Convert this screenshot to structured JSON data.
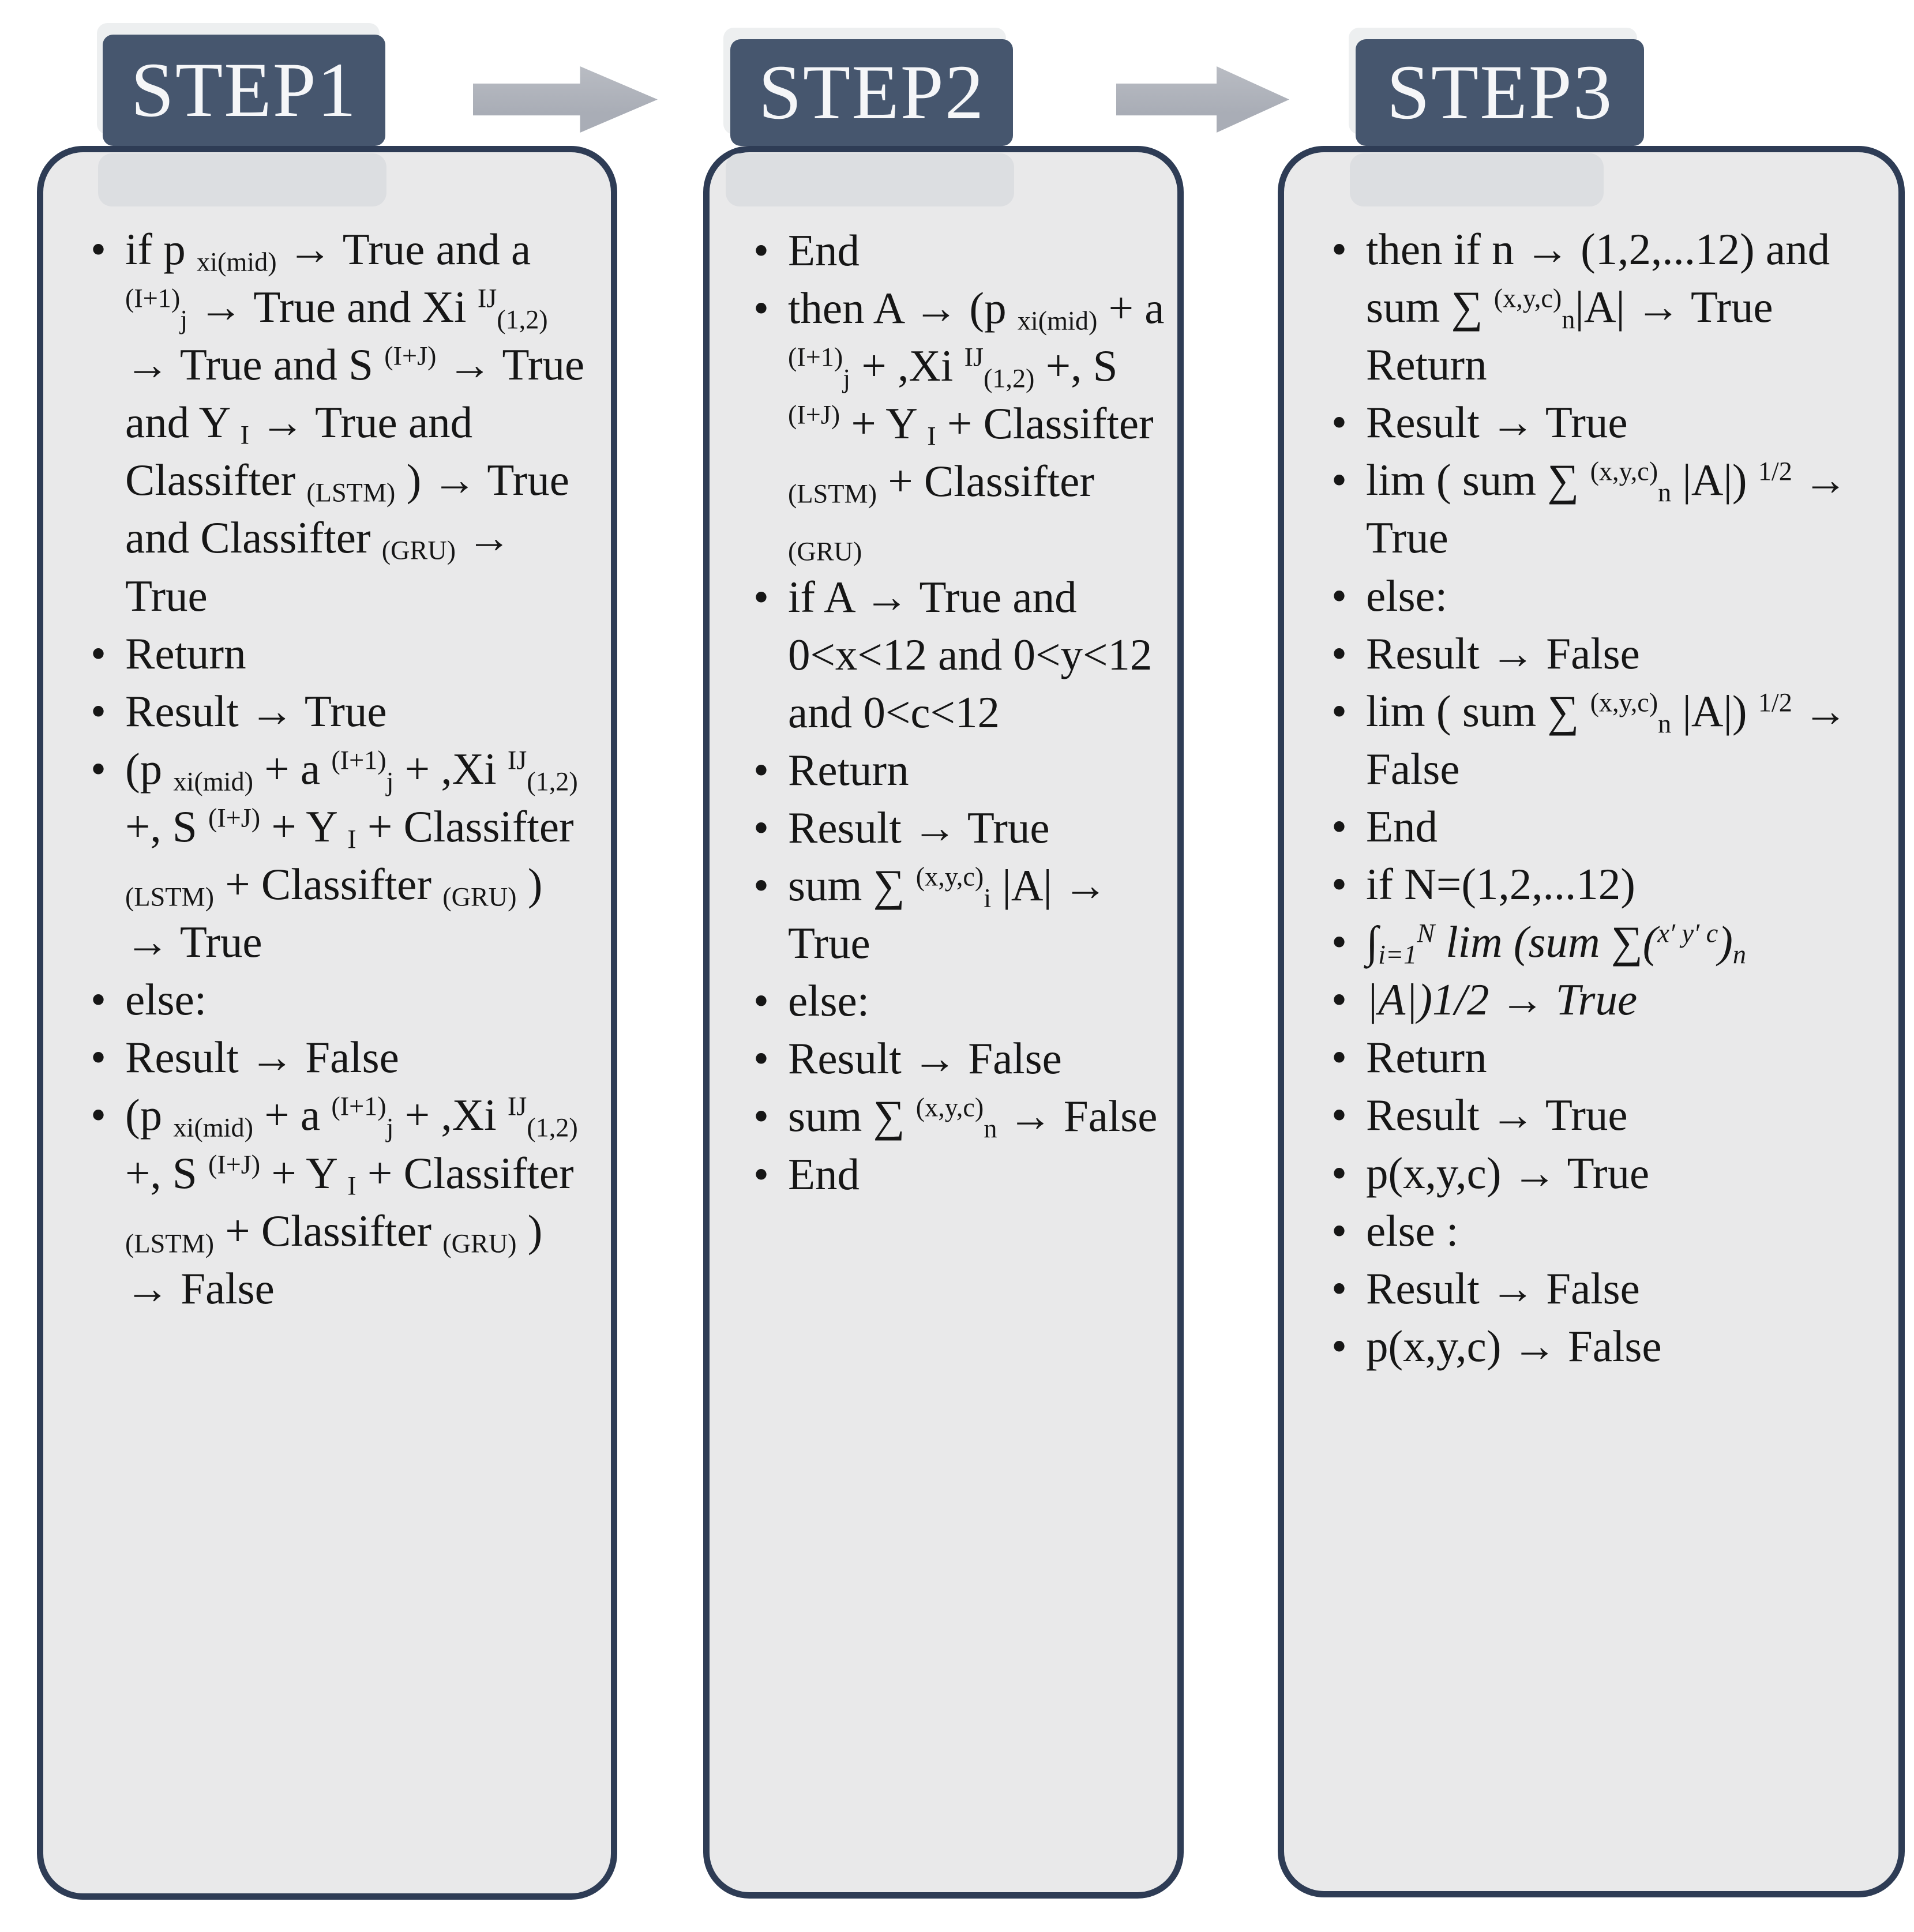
{
  "diagram": {
    "colors": {
      "header_bg": "#46566e",
      "header_text": "#f5f6f8",
      "box_bg": "#e9e9ea",
      "box_border": "#2e3c55",
      "ghost": "#dcdee1",
      "tab_echo": "#edeff0",
      "arrow": "#a9adb6",
      "text": "#161616"
    },
    "steps": [
      {
        "title": "STEP1",
        "bullets": [
          [
            [
              "t",
              "if p "
            ],
            [
              "sub",
              "xi(mid)"
            ],
            [
              "t",
              " → True and a "
            ],
            [
              "sup",
              "(I+1)"
            ],
            [
              "sub",
              "j"
            ],
            [
              "t",
              " → True and Xi "
            ],
            [
              "sup",
              "IJ"
            ],
            [
              "sub",
              "(1,2)"
            ],
            [
              "t",
              " → True and S "
            ],
            [
              "sup",
              "(I+J)"
            ],
            [
              "t",
              " → True and Y "
            ],
            [
              "sub",
              "I"
            ],
            [
              "t",
              " → True and Classifter "
            ],
            [
              "sub",
              "(LSTM)"
            ],
            [
              "t",
              " ) → True and Classifter "
            ],
            [
              "sub",
              "(GRU)"
            ],
            [
              "t",
              " → True"
            ]
          ],
          [
            [
              "t",
              "Return"
            ]
          ],
          [
            [
              "t",
              "Result → True"
            ]
          ],
          [
            [
              "t",
              "(p "
            ],
            [
              "sub",
              "xi(mid)"
            ],
            [
              "t",
              " + a "
            ],
            [
              "sup",
              "(I+1)"
            ],
            [
              "sub",
              "j"
            ],
            [
              "t",
              " + ,Xi "
            ],
            [
              "sup",
              "IJ"
            ],
            [
              "sub",
              "(1,2)"
            ],
            [
              "t",
              " +, S "
            ],
            [
              "sup",
              "(I+J)"
            ],
            [
              "t",
              " + Y "
            ],
            [
              "sub",
              "I"
            ],
            [
              "t",
              " + Classifter "
            ],
            [
              "sub",
              "(LSTM)"
            ],
            [
              "t",
              " + Classifter "
            ],
            [
              "sub",
              "(GRU)"
            ],
            [
              "t",
              " ) → True"
            ]
          ],
          [
            [
              "t",
              "else:"
            ]
          ],
          [
            [
              "t",
              "Result → False"
            ]
          ],
          [
            [
              "t",
              "(p "
            ],
            [
              "sub",
              "xi(mid)"
            ],
            [
              "t",
              " + a "
            ],
            [
              "sup",
              "(I+1)"
            ],
            [
              "sub",
              "j"
            ],
            [
              "t",
              " + ,Xi "
            ],
            [
              "sup",
              "IJ"
            ],
            [
              "sub",
              "(1,2)"
            ],
            [
              "t",
              " +, S "
            ],
            [
              "sup",
              "(I+J)"
            ],
            [
              "t",
              " + Y "
            ],
            [
              "sub",
              "I"
            ],
            [
              "t",
              " + Classifter "
            ],
            [
              "sub",
              "(LSTM)"
            ],
            [
              "t",
              " + Classifter "
            ],
            [
              "sub",
              "(GRU)"
            ],
            [
              "t",
              " ) → False"
            ]
          ]
        ]
      },
      {
        "title": "STEP2",
        "bullets": [
          [
            [
              "t",
              "End"
            ]
          ],
          [
            [
              "t",
              "then A → (p "
            ],
            [
              "sub",
              "xi(mid)"
            ],
            [
              "t",
              " + a "
            ],
            [
              "sup",
              "(I+1)"
            ],
            [
              "sub",
              "j"
            ],
            [
              "t",
              " + ,Xi "
            ],
            [
              "sup",
              "IJ"
            ],
            [
              "sub",
              "(1,2)"
            ],
            [
              "t",
              " +, S "
            ],
            [
              "sup",
              "(I+J)"
            ],
            [
              "t",
              " + Y "
            ],
            [
              "sub",
              "I"
            ],
            [
              "t",
              " + Classifter "
            ],
            [
              "sub",
              "(LSTM)"
            ],
            [
              "t",
              " + Classifter "
            ],
            [
              "sub",
              "(GRU)"
            ]
          ],
          [
            [
              "t",
              "if A → True and 0<x<12 and 0<y<12 and 0<c<12"
            ]
          ],
          [
            [
              "t",
              "Return"
            ]
          ],
          [
            [
              "t",
              "Result → True"
            ]
          ],
          [
            [
              "t",
              "sum ∑ "
            ],
            [
              "sup",
              "(x,y,c)"
            ],
            [
              "sub",
              "i"
            ],
            [
              "t",
              " |A| → True"
            ]
          ],
          [
            [
              "t",
              "else:"
            ]
          ],
          [
            [
              "t",
              "Result → False"
            ]
          ],
          [
            [
              "t",
              "sum ∑ "
            ],
            [
              "sup",
              "(x,y,c)"
            ],
            [
              "sub",
              "n"
            ],
            [
              "t",
              " → False"
            ]
          ],
          [
            [
              "t",
              "End"
            ]
          ]
        ]
      },
      {
        "title": "STEP3",
        "bullets": [
          [
            [
              "t",
              "then if n → (1,2,...12) and sum ∑ "
            ],
            [
              "sup",
              "(x,y,c)"
            ],
            [
              "sub",
              "n"
            ],
            [
              "t",
              "|A| → True Return"
            ]
          ],
          [
            [
              "t",
              "Result → True"
            ]
          ],
          [
            [
              "t",
              "lim ( sum ∑ "
            ],
            [
              "sup",
              "(x,y,c)"
            ],
            [
              "sub",
              "n"
            ],
            [
              "t",
              " |A|) "
            ],
            [
              "sup",
              "1/2"
            ],
            [
              "t",
              " → True"
            ]
          ],
          [
            [
              "t",
              "else:"
            ]
          ],
          [
            [
              "t",
              "Result → False"
            ]
          ],
          [
            [
              "t",
              "lim ( sum ∑ "
            ],
            [
              "sup",
              "(x,y,c)"
            ],
            [
              "sub",
              "n"
            ],
            [
              "t",
              " |A|) "
            ],
            [
              "sup",
              "1/2"
            ],
            [
              "t",
              " → False"
            ]
          ],
          [
            [
              "t",
              "End"
            ]
          ],
          [
            [
              "t",
              "if N=(1,2,...12)"
            ]
          ],
          [
            [
              "i",
              "∫"
            ],
            [
              "isub",
              "i=1"
            ],
            [
              "isup",
              "N"
            ],
            [
              "i",
              " lim (sum ∑("
            ],
            [
              "isup",
              "x′ y′ c"
            ],
            [
              "i",
              ")"
            ],
            [
              "isub",
              "n"
            ]
          ],
          [
            [
              "i",
              "|A|)1/2 → True"
            ]
          ],
          [
            [
              "t",
              "Return"
            ]
          ],
          [
            [
              "t",
              "Result → True"
            ]
          ],
          [
            [
              "t",
              "p(x,y,c) → True"
            ]
          ],
          [
            [
              "t",
              "else :"
            ]
          ],
          [
            [
              "t",
              "Result → False"
            ]
          ],
          [
            [
              "t",
              "p(x,y,c) → False"
            ]
          ]
        ]
      }
    ]
  }
}
